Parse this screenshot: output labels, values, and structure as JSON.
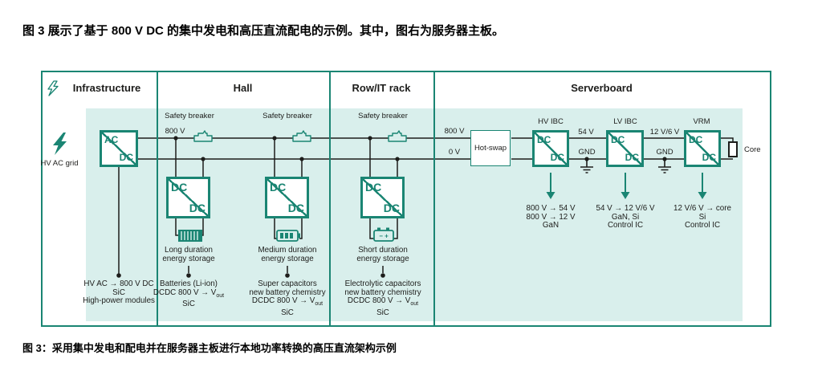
{
  "page": {
    "title": "图 3 展示了基于 800 V DC 的集中发电和高压直流配电的示例。其中，图右为服务器主板。",
    "caption": "图 3：采用集中发电和配电并在服务器主板进行本地功率转换的高压直流架构示例"
  },
  "colors": {
    "teal": "#1a8573",
    "mint": "#d9efec",
    "wire": "#1d1d1b",
    "text": "#1d1d1b"
  },
  "sections": {
    "infrastructure": "Infrastructure",
    "hall": "Hall",
    "row": "Row/IT rack",
    "serverboard": "Serverboard"
  },
  "icons": {
    "infrastructure_header": "lightning-outline",
    "hv_ac_grid": "lightning-bolt",
    "breaker": "safety-breaker",
    "storage_long": "battery-striped",
    "storage_medium": "battery-cells",
    "storage_short": "battery-polarity",
    "ground": "earth-ground",
    "arrow_down": "arrow-down"
  },
  "converter_labels": {
    "ac": "AC",
    "dc": "DC"
  },
  "infrastructure": {
    "grid_label": "HV AC grid",
    "note": "HV AC → 800 V DC\nSiC\nHigh-power modules"
  },
  "hall": {
    "bus_label": "800 V",
    "breakers": [
      "Safety breaker",
      "Safety breaker",
      "Safety breaker"
    ],
    "battery_polarity": "−  +",
    "storage": [
      {
        "caption": "Long duration\nenergy storage",
        "note_pre": "Batteries (Li-ion)\nDCDC 800 V → V",
        "note_sub": "out",
        "note_post": "\nSiC"
      },
      {
        "caption": "Medium duration\nenergy storage",
        "note_pre": "Super capacitors\nnew battery chemistry\nDCDC 800 V → V",
        "note_sub": "out",
        "note_post": "\nSiC"
      },
      {
        "caption": "Short duration\nenergy storage",
        "note_pre": "Electrolytic capacitors\nnew battery chemistry\nDCDC 800 V → V",
        "note_sub": "out",
        "note_post": "\nSiC"
      }
    ]
  },
  "serverboard": {
    "input_top": "800 V",
    "input_bottom": "0 V",
    "hotswap": "Hot-swap",
    "stages": [
      {
        "name": "HV IBC",
        "out": "54 V",
        "gnd": "GND",
        "note": "800 V → 54 V\n800 V → 12 V\nGaN"
      },
      {
        "name": "LV IBC",
        "out": "12 V/6 V",
        "gnd": "GND",
        "note": "54 V → 12 V/6 V\nGaN, Si\nControl IC"
      },
      {
        "name": "VRM",
        "note": "12 V/6 V → core\nSi\nControl IC"
      }
    ],
    "core": "Core"
  }
}
